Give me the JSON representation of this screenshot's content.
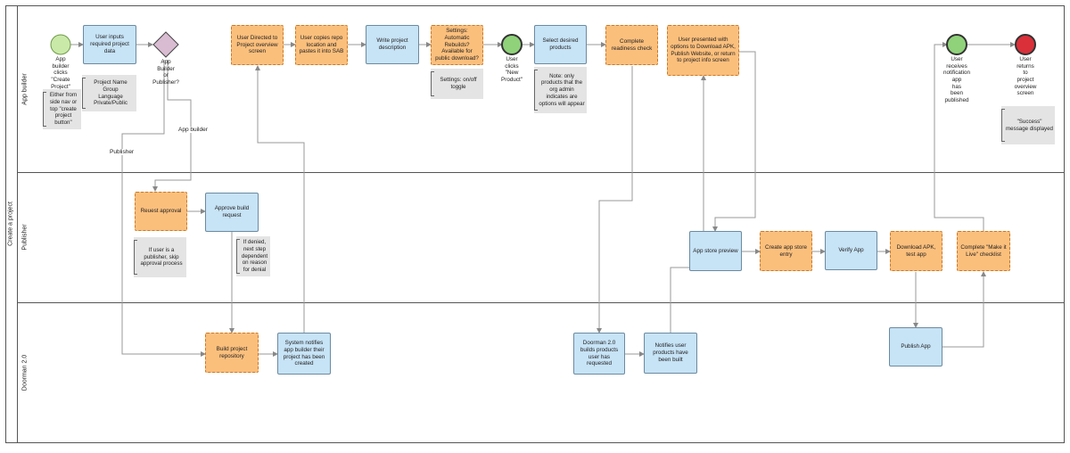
{
  "colors": {
    "task_blue": "#c7e3f6",
    "task_orange": "#fbbf7c",
    "start_event": "#c9e9a8",
    "intermediate_event": "#8fd27a",
    "end_event": "#d9303a",
    "gateway": "#d9bcd2",
    "note_gray": "#e4e4e4"
  },
  "pool": {
    "label": "Create a project"
  },
  "lanes": {
    "app_builder": "App builder",
    "publisher": "Publisher",
    "doorman": "Doorman 2.0"
  },
  "events": {
    "start": "App\nbuilder\nclicks\n\"Create\nProject\"",
    "new_product": "User\nclicks\n\"New\nProduct\"",
    "notified": "User\nreceives\nnotification\napp\nhas\nbeen\npublished",
    "end": "User\nreturns\nto\nproject\noverview\nscreen"
  },
  "gateway": {
    "label": "App\nBuilder\nor\nPublisher?"
  },
  "tasks": {
    "inputs_project_data": "User inputs required project data",
    "directed_overview": "User Directed to Project overview screen",
    "copies_repo": "User copies repo location and pastes it into SAB",
    "write_description": "Write project description",
    "settings": "Settings: Automatic Rebuilds? Available for public download?",
    "select_products": "Select desired products",
    "readiness_check": "Complete readiness check",
    "presented_options": "User presented with options to Download APK, Publish Website, or return to project info screen",
    "request_approval": "Reuest approval",
    "approve_build": "Approve build request",
    "app_store_preview": "App store preview",
    "create_store_entry": "Create app store entry",
    "verify_app": "Verify App",
    "download_apk": "Download APK, test app",
    "make_it_live": "Complete \"Make it Live\" checklist",
    "build_repo": "Build project repository",
    "system_notifies": "System notifies app builder their project has been created",
    "doorman_builds": "Doorman 2.0 builds products user has requested",
    "notifies_products": "Notifies user products have been built",
    "publish_app": "Publish App"
  },
  "notes": {
    "either_from": "Either from side nav or top \"create project button\"",
    "project_fields": "Project Name\nGroup\nLanguage\nPrivate/Public",
    "settings_toggle": "Settings: on/off toggle",
    "only_products": "Note: only products that the org admin indicates are options will appear",
    "success": "\"Success\" message displayed",
    "skip_approval": "If user is a publisher, skip approval process",
    "if_denied": "If denied, next step dependent on reason for denial"
  },
  "edge_labels": {
    "app_builder": "App builder",
    "publisher": "Publisher"
  }
}
